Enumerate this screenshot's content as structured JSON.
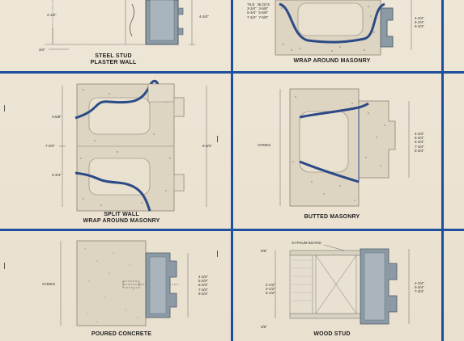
{
  "panels": {
    "steel_stud": {
      "caption_line1": "STEEL STUD",
      "caption_line2": "PLASTER WALL",
      "dim_left_1": "2-1/2\"",
      "dim_left_2": "3/4\"",
      "dim_right": "4-3/4\""
    },
    "wrap_around": {
      "caption": "WRAP AROUND MASONRY",
      "table_header_tile": "TILE",
      "table_header_block": "BLOCK",
      "table_rows": [
        [
          "3-3/4\"",
          "3-5/8\""
        ],
        [
          "5-3/4\"",
          "5-5/8\""
        ],
        [
          "7-3/4\"",
          "7-5/8\""
        ]
      ],
      "dim_right": [
        "4-3/4\"",
        "6-3/4\"",
        "8-3/4\""
      ]
    },
    "split_wall": {
      "caption_line1": "SPLIT WALL",
      "caption_line2": "WRAP AROUND MASONRY",
      "dim_left": [
        "3-5/8\"",
        "7-3/4\"",
        "3-3/4\""
      ],
      "dim_right": "8-3/4\""
    },
    "butted": {
      "caption": "BUTTED MASONRY",
      "dim_left": "VARIES",
      "dim_right": [
        "4-3/4\"",
        "5-3/4\"",
        "6-3/4\"",
        "7-3/4\"",
        "8-3/4\""
      ]
    },
    "poured": {
      "caption": "POURED CONCRETE",
      "dim_left": "VARIES",
      "dim_right": [
        "4-3/4\"",
        "5-3/4\"",
        "6-3/4\"",
        "7-3/4\"",
        "8-3/4\""
      ]
    },
    "wood_stud": {
      "caption": "WOOD STUD",
      "label_gypsum": "GYPSUM BOARD",
      "dim_top": "5/8\"",
      "dim_left": [
        "2-1/2\"",
        "3-1/2\"",
        "5-1/2\""
      ],
      "dim_bottom": "3/8\"",
      "dim_right": [
        "4-3/4\"",
        "5-3/4\"",
        "7-3/4\""
      ]
    }
  },
  "colors": {
    "grid_blue": "#1f4f9e",
    "frame_gray": "#8c9aa6",
    "concrete": "#ddd4c2",
    "strip_blue": "#2b4a86"
  }
}
